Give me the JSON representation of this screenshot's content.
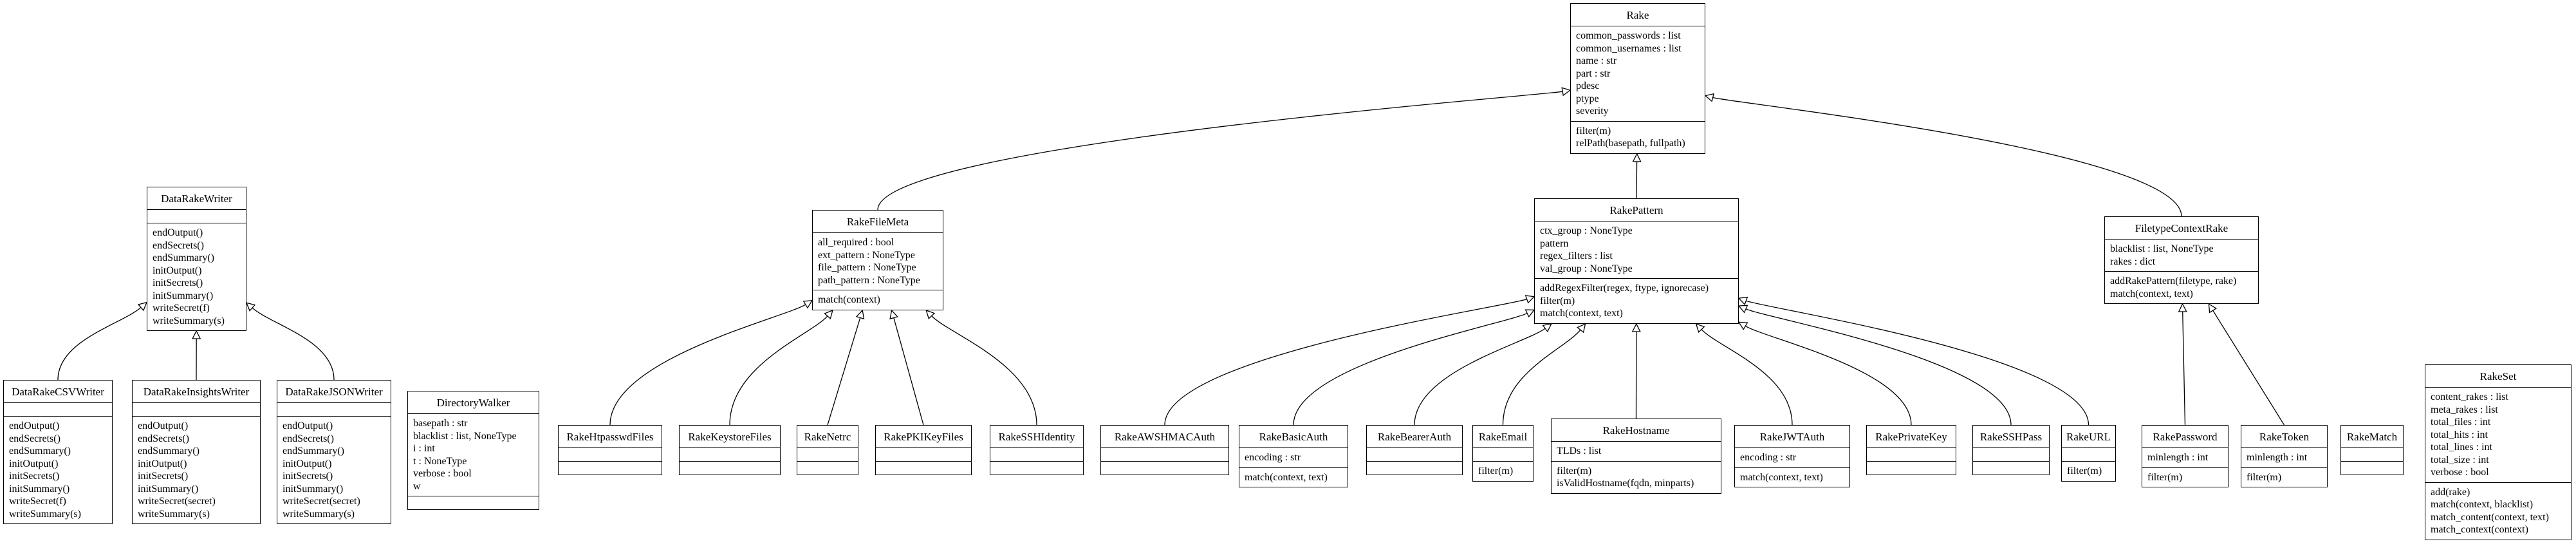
{
  "classes": [
    {
      "id": "Rake",
      "name": "Rake",
      "attributes": [
        "common_passwords : list",
        "common_usernames : list",
        "name : str",
        "part : str",
        "pdesc",
        "ptype",
        "severity"
      ],
      "methods": [
        "filter(m)",
        "relPath(basepath, fullpath)"
      ]
    },
    {
      "id": "DataRakeWriter",
      "name": "DataRakeWriter",
      "attributes": [],
      "methods": [
        "endOutput()",
        "endSecrets()",
        "endSummary()",
        "initOutput()",
        "initSecrets()",
        "initSummary()",
        "writeSecret(f)",
        "writeSummary(s)"
      ]
    },
    {
      "id": "RakeFileMeta",
      "name": "RakeFileMeta",
      "attributes": [
        "all_required : bool",
        "ext_pattern : NoneType",
        "file_pattern : NoneType",
        "path_pattern : NoneType"
      ],
      "methods": [
        "match(context)"
      ]
    },
    {
      "id": "RakePattern",
      "name": "RakePattern",
      "attributes": [
        "ctx_group : NoneType",
        "pattern",
        "regex_filters : list",
        "val_group : NoneType"
      ],
      "methods": [
        "addRegexFilter(regex, ftype, ignorecase)",
        "filter(m)",
        "match(context, text)"
      ]
    },
    {
      "id": "FiletypeContextRake",
      "name": "FiletypeContextRake",
      "attributes": [
        "blacklist : list, NoneType",
        "rakes : dict"
      ],
      "methods": [
        "addRakePattern(filetype, rake)",
        "match(context, text)"
      ]
    },
    {
      "id": "DataRakeCSVWriter",
      "name": "DataRakeCSVWriter",
      "attributes": [],
      "methods": [
        "endOutput()",
        "endSecrets()",
        "endSummary()",
        "initOutput()",
        "initSecrets()",
        "initSummary()",
        "writeSecret(f)",
        "writeSummary(s)"
      ]
    },
    {
      "id": "DataRakeInsightsWriter",
      "name": "DataRakeInsightsWriter",
      "attributes": [],
      "methods": [
        "endOutput()",
        "endSecrets()",
        "endSummary()",
        "initOutput()",
        "initSecrets()",
        "initSummary()",
        "writeSecret(secret)",
        "writeSummary(s)"
      ]
    },
    {
      "id": "DataRakeJSONWriter",
      "name": "DataRakeJSONWriter",
      "attributes": [],
      "methods": [
        "endOutput()",
        "endSecrets()",
        "endSummary()",
        "initOutput()",
        "initSecrets()",
        "initSummary()",
        "writeSecret(secret)",
        "writeSummary(s)"
      ]
    },
    {
      "id": "DirectoryWalker",
      "name": "DirectoryWalker",
      "attributes": [
        "basepath : str",
        "blacklist : list, NoneType",
        "i : int",
        "t : NoneType",
        "verbose : bool",
        "w"
      ],
      "methods": []
    },
    {
      "id": "RakeHtpasswdFiles",
      "name": "RakeHtpasswdFiles",
      "attributes": [],
      "methods": []
    },
    {
      "id": "RakeKeystoreFiles",
      "name": "RakeKeystoreFiles",
      "attributes": [],
      "methods": []
    },
    {
      "id": "RakeNetrc",
      "name": "RakeNetrc",
      "attributes": [],
      "methods": []
    },
    {
      "id": "RakePKIKeyFiles",
      "name": "RakePKIKeyFiles",
      "attributes": [],
      "methods": []
    },
    {
      "id": "RakeSSHIdentity",
      "name": "RakeSSHIdentity",
      "attributes": [],
      "methods": []
    },
    {
      "id": "RakeAWSHMACAuth",
      "name": "RakeAWSHMACAuth",
      "attributes": [],
      "methods": []
    },
    {
      "id": "RakeBasicAuth",
      "name": "RakeBasicAuth",
      "attributes": [
        "encoding : str"
      ],
      "methods": [
        "match(context, text)"
      ]
    },
    {
      "id": "RakeBearerAuth",
      "name": "RakeBearerAuth",
      "attributes": [],
      "methods": []
    },
    {
      "id": "RakeEmail",
      "name": "RakeEmail",
      "attributes": [],
      "methods": [
        "filter(m)"
      ]
    },
    {
      "id": "RakeHostname",
      "name": "RakeHostname",
      "attributes": [
        "TLDs : list"
      ],
      "methods": [
        "filter(m)",
        "isValidHostname(fqdn, minparts)"
      ]
    },
    {
      "id": "RakeJWTAuth",
      "name": "RakeJWTAuth",
      "attributes": [
        "encoding : str"
      ],
      "methods": [
        "match(context, text)"
      ]
    },
    {
      "id": "RakePrivateKey",
      "name": "RakePrivateKey",
      "attributes": [],
      "methods": []
    },
    {
      "id": "RakeSSHPass",
      "name": "RakeSSHPass",
      "attributes": [],
      "methods": []
    },
    {
      "id": "RakeURL",
      "name": "RakeURL",
      "attributes": [],
      "methods": [
        "filter(m)"
      ]
    },
    {
      "id": "RakePassword",
      "name": "RakePassword",
      "attributes": [
        "minlength : int"
      ],
      "methods": [
        "filter(m)"
      ]
    },
    {
      "id": "RakeToken",
      "name": "RakeToken",
      "attributes": [
        "minlength : int"
      ],
      "methods": [
        "filter(m)"
      ]
    },
    {
      "id": "RakeMatch",
      "name": "RakeMatch",
      "attributes": [],
      "methods": []
    },
    {
      "id": "RakeSet",
      "name": "RakeSet",
      "attributes": [
        "content_rakes : list",
        "meta_rakes : list",
        "total_files : int",
        "total_hits : int",
        "total_lines : int",
        "total_size : int",
        "verbose : bool"
      ],
      "methods": [
        "add(rake)",
        "match(context, blacklist)",
        "match_content(context, text)",
        "match_context(context)"
      ]
    }
  ],
  "inheritance": [
    {
      "child": "RakeFileMeta",
      "parent": "Rake"
    },
    {
      "child": "RakePattern",
      "parent": "Rake"
    },
    {
      "child": "FiletypeContextRake",
      "parent": "Rake"
    },
    {
      "child": "DataRakeCSVWriter",
      "parent": "DataRakeWriter"
    },
    {
      "child": "DataRakeInsightsWriter",
      "parent": "DataRakeWriter"
    },
    {
      "child": "DataRakeJSONWriter",
      "parent": "DataRakeWriter"
    },
    {
      "child": "RakeHtpasswdFiles",
      "parent": "RakeFileMeta"
    },
    {
      "child": "RakeKeystoreFiles",
      "parent": "RakeFileMeta"
    },
    {
      "child": "RakeNetrc",
      "parent": "RakeFileMeta"
    },
    {
      "child": "RakePKIKeyFiles",
      "parent": "RakeFileMeta"
    },
    {
      "child": "RakeSSHIdentity",
      "parent": "RakeFileMeta"
    },
    {
      "child": "RakeAWSHMACAuth",
      "parent": "RakePattern"
    },
    {
      "child": "RakeBasicAuth",
      "parent": "RakePattern"
    },
    {
      "child": "RakeBearerAuth",
      "parent": "RakePattern"
    },
    {
      "child": "RakeEmail",
      "parent": "RakePattern"
    },
    {
      "child": "RakeHostname",
      "parent": "RakePattern"
    },
    {
      "child": "RakeJWTAuth",
      "parent": "RakePattern"
    },
    {
      "child": "RakePrivateKey",
      "parent": "RakePattern"
    },
    {
      "child": "RakeSSHPass",
      "parent": "RakePattern"
    },
    {
      "child": "RakeURL",
      "parent": "RakePattern"
    },
    {
      "child": "RakePassword",
      "parent": "FiletypeContextRake"
    },
    {
      "child": "RakeToken",
      "parent": "FiletypeContextRake"
    }
  ]
}
